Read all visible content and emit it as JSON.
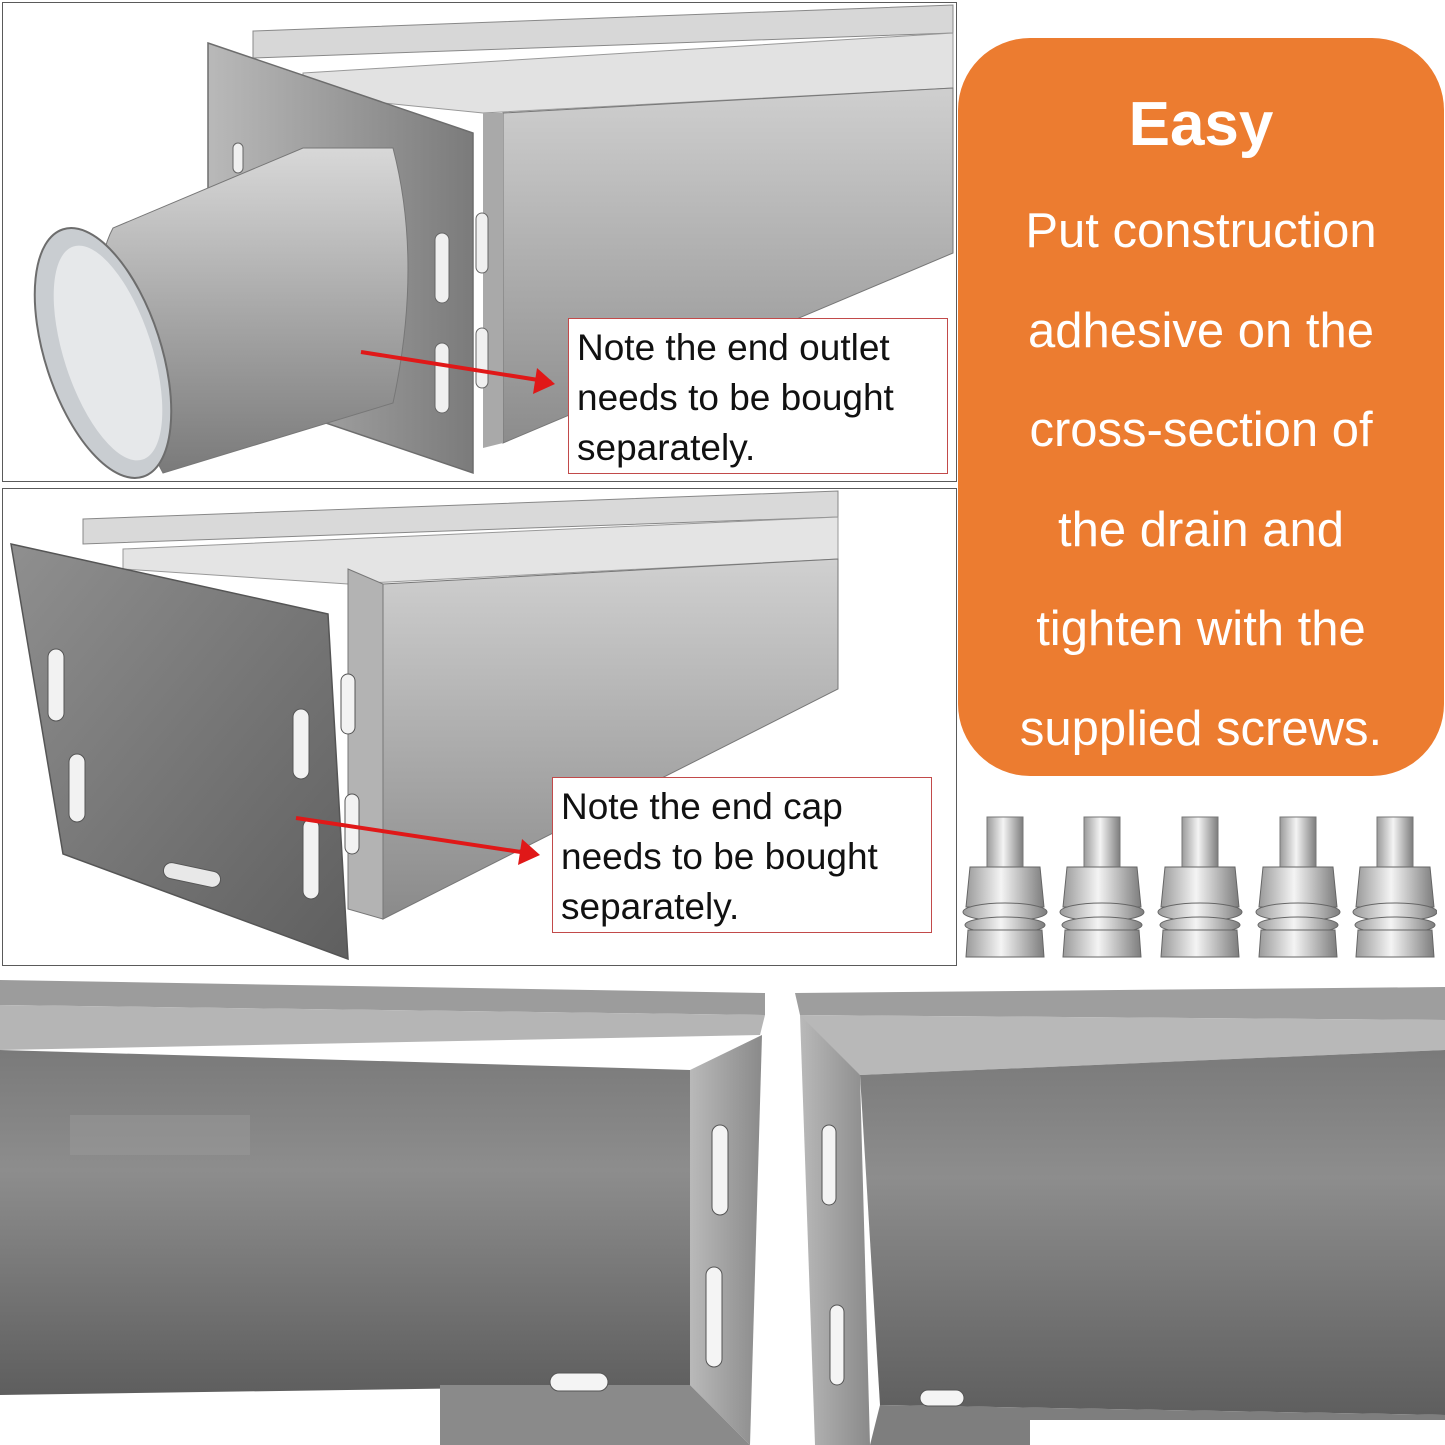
{
  "panel_top": {
    "note": "Note the end outlet\nneeds to be bought\nseparately."
  },
  "panel_middle": {
    "note": "Note the end cap\nneeds to be bought\nseparately."
  },
  "easy_box": {
    "title": "Easy",
    "text": "Put construction\nadhesive on the\ncross-section of\nthe drain and\ntighten with the\nsupplied screws."
  },
  "screws": {
    "icon": "bolt-nut-washer-icon",
    "count": 5
  },
  "colors": {
    "accent_orange": "#ec7c30",
    "arrow_red": "#e01818",
    "note_border": "#c24a4a",
    "steel": "#9a9a9a"
  }
}
